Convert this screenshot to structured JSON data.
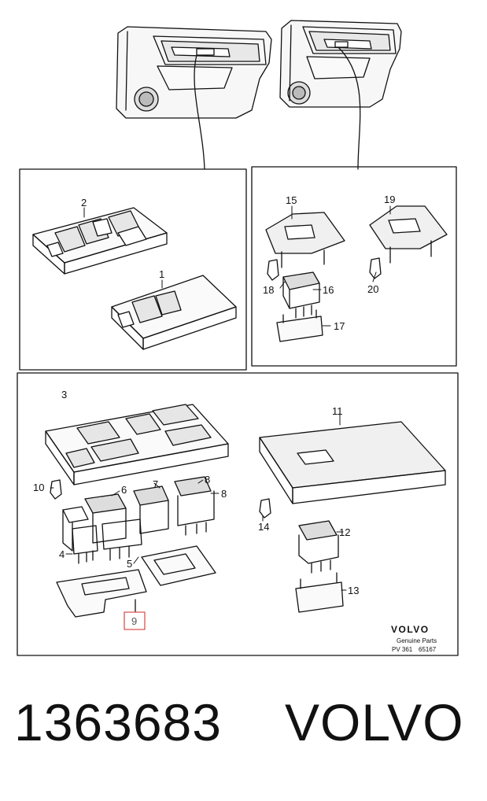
{
  "diagram": {
    "labels": {
      "l1": "1",
      "l2": "2",
      "l3": "3",
      "l4": "4",
      "l5": "5",
      "l6": "6",
      "l7": "7",
      "l8a": "8",
      "l8b": "8",
      "l9": "9",
      "l10": "10",
      "l11": "11",
      "l12": "12",
      "l13": "13",
      "l14": "14",
      "l15": "15",
      "l16": "16",
      "l17": "17",
      "l18": "18",
      "l19": "19",
      "l20": "20"
    },
    "highlight_color": "#d9534f",
    "logo": {
      "brand": "VOLVO",
      "line1": "Genuine Parts",
      "code_prefix": "PV 361",
      "code_suffix": "65167"
    }
  },
  "footer": {
    "part_number": "1363683",
    "brand": "VOLVO"
  }
}
